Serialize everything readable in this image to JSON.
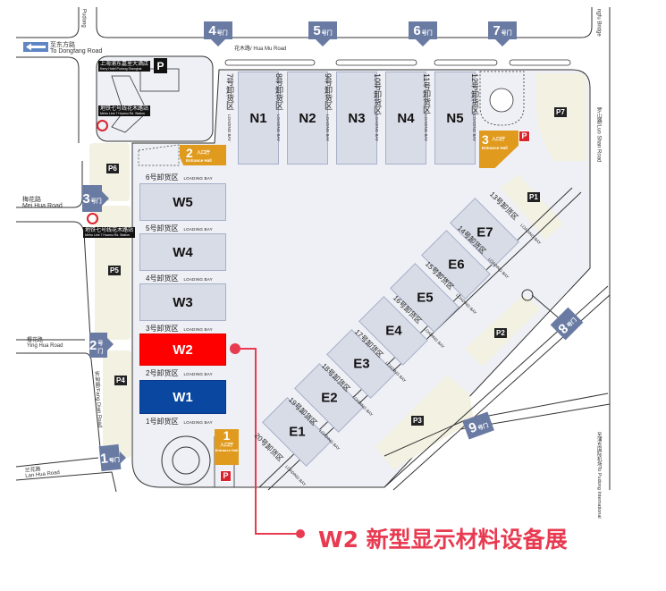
{
  "map": {
    "colors": {
      "highlight_hall": "#ff0000",
      "secondary_hall": "#0a47a0",
      "default_hall": "#d8dce6",
      "gate": "#6a7ba3",
      "entrance": "#e09a1d",
      "parking_area": "#f2f1e2",
      "callout": "#e83a50"
    },
    "roads": {
      "top_left_vertical": "Pudong",
      "dongfang": {
        "zh": "至东方路",
        "en": "To Dongfang Road"
      },
      "huamu": "花木路/ Hua Mu Road",
      "meihua": {
        "zh": "梅花路",
        "en": "Mei Hua Road"
      },
      "yinghua": {
        "zh": "樱花路",
        "en": "Ying Hua Road"
      },
      "fangdian": "芳甸路/Fang Dian Road",
      "lanhua": {
        "zh": "兰花路",
        "en": "Lan Hua Road"
      },
      "luoshan": "罗山路/Luo Shan Road",
      "bridge": "ngfu Bridge",
      "pudong_airport": {
        "zh": "至浦东国际机场",
        "en": "To Pudong International"
      }
    },
    "landmarks": {
      "hotel": {
        "zh": "上海浦东嘉里大酒店",
        "en": "Kerry Hotel Pudong Shanghai"
      },
      "metro": {
        "zh": "地铁七号线花木路站",
        "en": "Metro Line 7 Huamu Rd. Station"
      },
      "parking_sign": "P"
    },
    "gates": [
      {
        "num": "1",
        "sub": "号门"
      },
      {
        "num": "2",
        "sub": "号门"
      },
      {
        "num": "3",
        "sub": "号门"
      },
      {
        "num": "4",
        "sub": "号门"
      },
      {
        "num": "5",
        "sub": "号门"
      },
      {
        "num": "6",
        "sub": "号门"
      },
      {
        "num": "7",
        "sub": "号门"
      },
      {
        "num": "8",
        "sub": "号门"
      },
      {
        "num": "9",
        "sub": "号门"
      }
    ],
    "entrances": [
      {
        "num": "1",
        "zh": "入口厅",
        "en": "Entrance Hall"
      },
      {
        "num": "2",
        "zh": "入口厅",
        "en": "Entrance Hall"
      },
      {
        "num": "3",
        "zh": "入口厅",
        "en": "Entrance Hall"
      }
    ],
    "parking": [
      "P1",
      "P2",
      "P3",
      "P4",
      "P5",
      "P6",
      "P7"
    ],
    "red_parking": "P",
    "halls_north": [
      {
        "name": "N1",
        "bay": "7号卸货区"
      },
      {
        "name": "N2",
        "bay": "8号卸货区"
      },
      {
        "name": "N3",
        "bay": "9号卸货区"
      },
      {
        "name": "N4",
        "bay": "10号卸货区"
      },
      {
        "name": "N5",
        "bay": "11号卸货区"
      }
    ],
    "north_last_bay": "12号卸货区",
    "halls_west": [
      {
        "name": "W5",
        "bay": "6号卸货区"
      },
      {
        "name": "W4",
        "bay": "5号卸货区"
      },
      {
        "name": "W3",
        "bay": "4号卸货区"
      },
      {
        "name": "W2",
        "bay": "3号卸货区"
      },
      {
        "name": "W1",
        "bay": "2号卸货区"
      }
    ],
    "west_last_bay": "1号卸货区",
    "halls_east": [
      {
        "name": "E7",
        "bay": "13号卸货区"
      },
      {
        "name": "E6",
        "bay": "14号卸货区"
      },
      {
        "name": "E5",
        "bay": "15号卸货区"
      },
      {
        "name": "E4",
        "bay": "16号卸货区"
      },
      {
        "name": "E3",
        "bay": "17号卸货区"
      },
      {
        "name": "E2",
        "bay": "18号卸货区"
      },
      {
        "name": "E1",
        "bay": "19号卸货区"
      }
    ],
    "east_last_bay": "20号卸货区",
    "loading_bay_en": "LOADING BAY"
  },
  "callout": {
    "text": "W2 新型显示材料设备展",
    "hall": "W2"
  }
}
